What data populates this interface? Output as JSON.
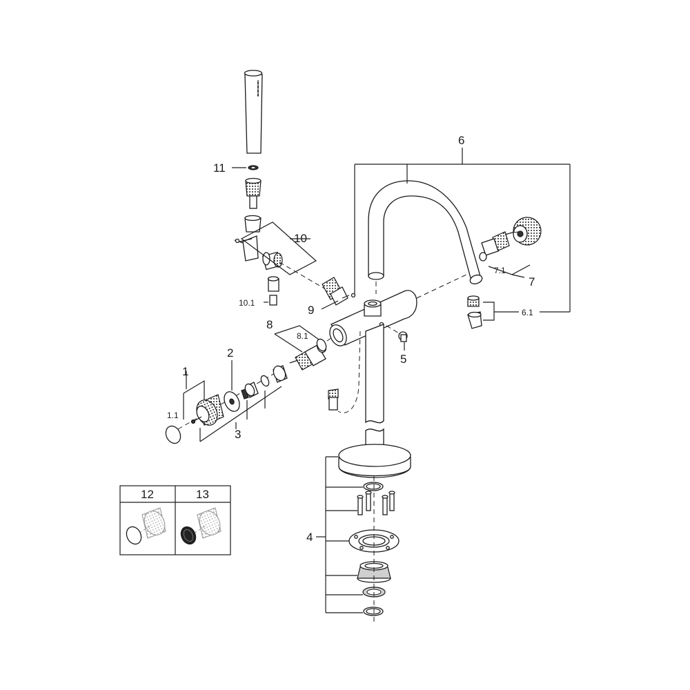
{
  "callouts": {
    "c1": "1",
    "c1_1": "1.1",
    "c2": "2",
    "c3": "3",
    "c4": "4",
    "c5": "5",
    "c6": "6",
    "c6_1": "6.1",
    "c7": "7",
    "c7_1": "7.1",
    "c8": "8",
    "c8_1": "8.1",
    "c9": "9",
    "c10": "10",
    "c10_1": "10.1",
    "c11": "11"
  },
  "variants_table": {
    "col1": "12",
    "col2": "13"
  }
}
